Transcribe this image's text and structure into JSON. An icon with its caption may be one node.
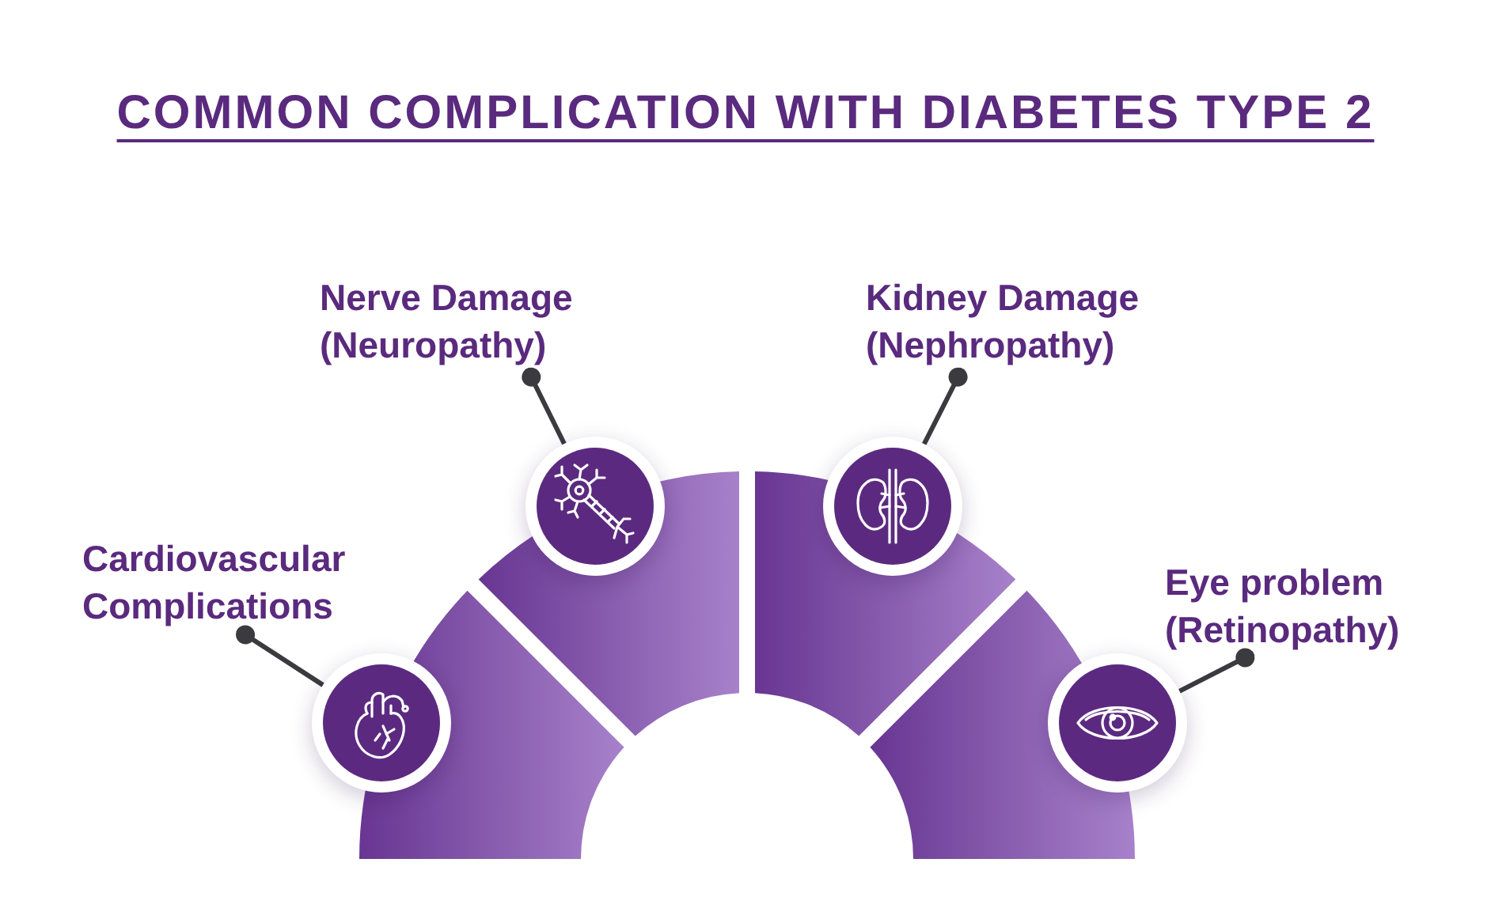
{
  "diagram": {
    "title": "COMMON COMPLICATION WITH DIABETES TYPE 2",
    "nodes": [
      {
        "text": [
          "Nerve Damage (Neuropathy)"
        ]
      },
      {
        "text": [
          "Kidney Damage (Nephropathy)"
        ]
      },
      {
        "text": [],
        "shape": "circle"
      },
      {
        "text": [],
        "shape": "circle"
      },
      {
        "text": [
          "Cardiovascular Complications"
        ]
      },
      {
        "text": [
          "Eye problem (Retinopathy)"
        ]
      },
      {
        "text": [],
        "shape": "circle"
      },
      {
        "text": [],
        "shape": "circle"
      }
    ],
    "edges": [
      {
        "from": 0,
        "to": 2,
        "arrow": "other"
      },
      {
        "from": 1,
        "to": 3,
        "arrow": "other"
      },
      {
        "from": 4,
        "to": 6,
        "arrow": "other"
      },
      {
        "from": 5,
        "to": 7,
        "arrow": "other"
      }
    ]
  }
}
